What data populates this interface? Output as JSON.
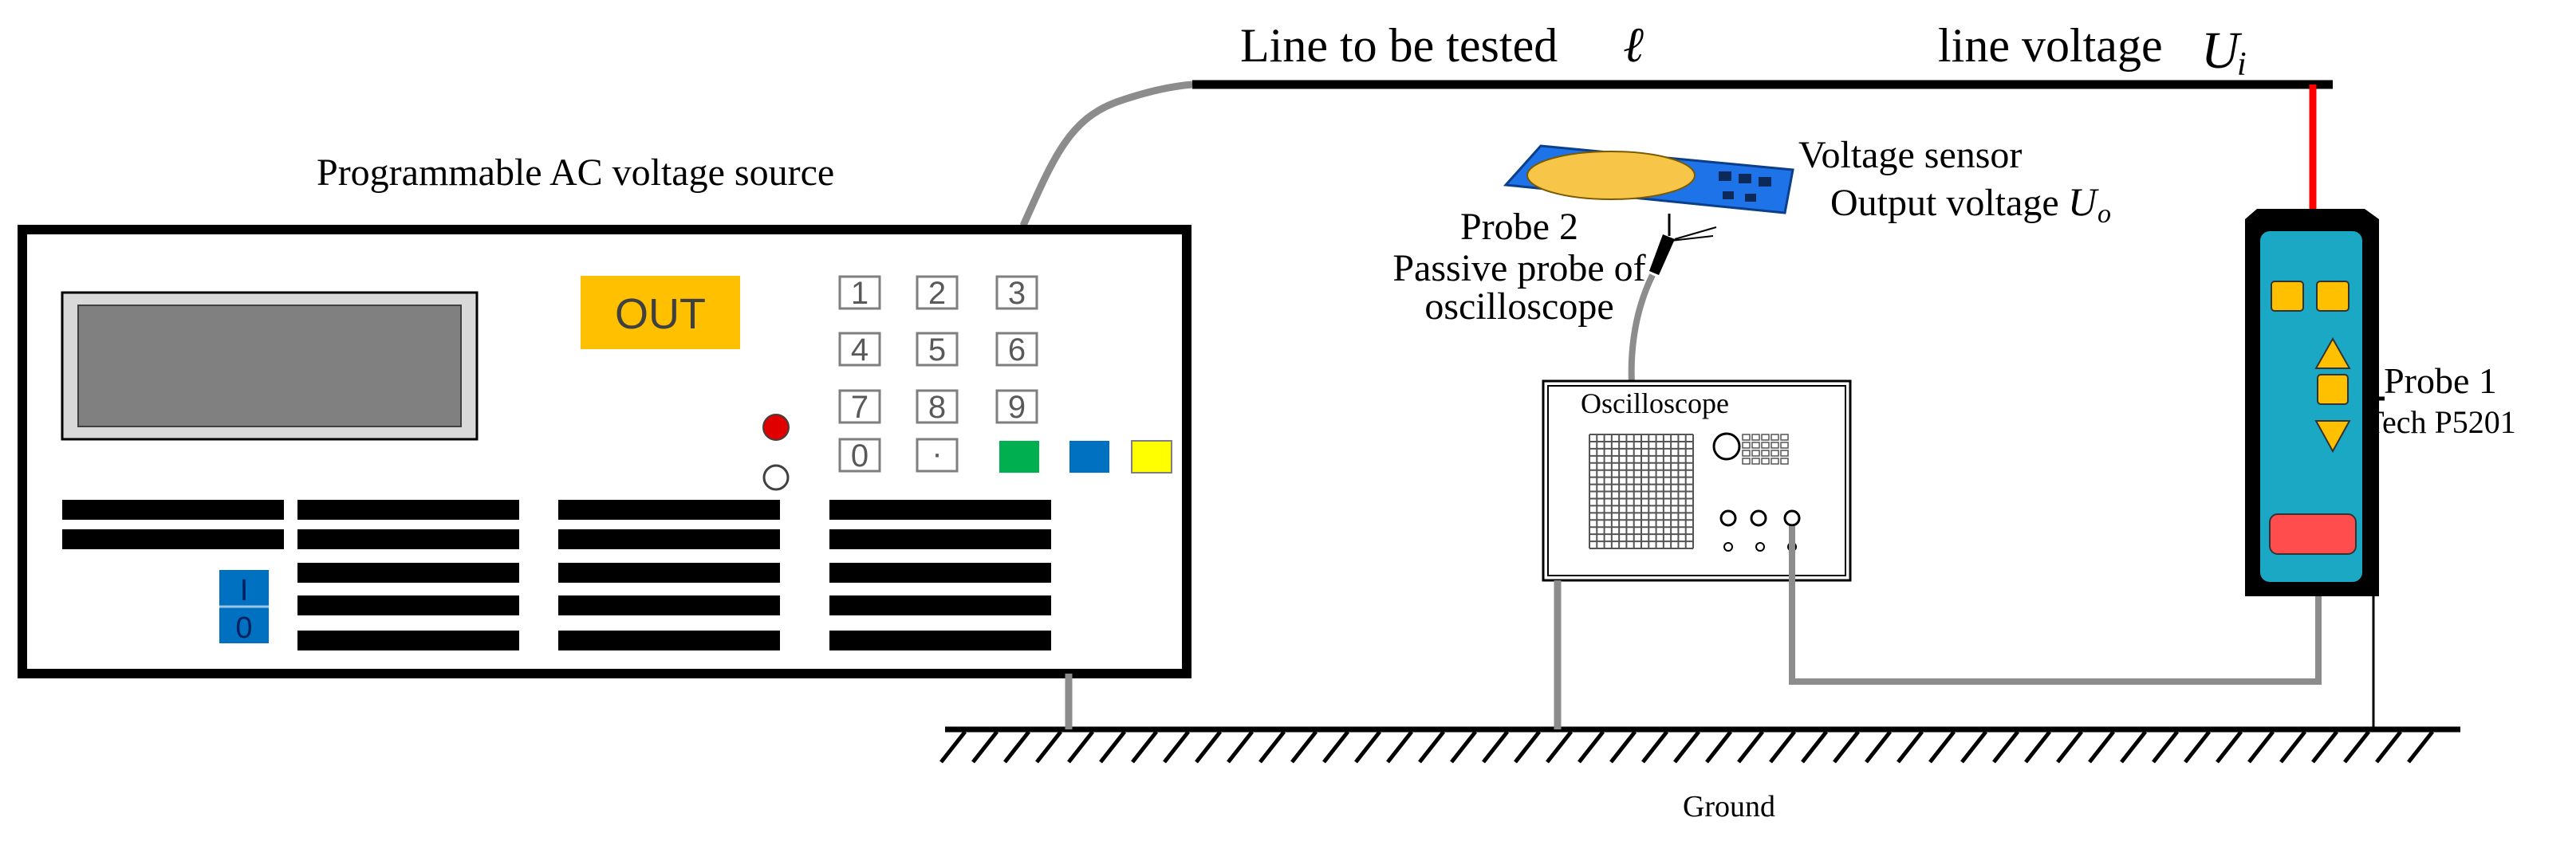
{
  "labels": {
    "line_tested": "Line to be tested",
    "line_symbol": "ℓ",
    "line_voltage": "line voltage",
    "line_voltage_symbol": "U",
    "line_voltage_sub": "i",
    "source": "Programmable AC voltage source",
    "sensor": "Voltage sensor",
    "output_voltage": "Output voltage",
    "output_symbol": "U",
    "output_sub": "o",
    "probe2_title": "Probe 2",
    "probe2_line1": "Passive probe of",
    "probe2_line2": "oscilloscope",
    "oscilloscope": "Oscilloscope",
    "probe1_title": "Probe 1",
    "probe1_model": "Tech P5201",
    "ground": "Ground"
  },
  "source_panel": {
    "out_label": "OUT",
    "keys": [
      "1",
      "2",
      "3",
      "4",
      "5",
      "6",
      "7",
      "8",
      "9",
      "0",
      "·"
    ],
    "switch_on": "I",
    "switch_off": "0"
  },
  "colors": {
    "out_button": "#ffc000",
    "indicator": "#e00000",
    "key_green": "#00b050",
    "key_blue": "#0070c0",
    "key_yellow": "#ffff00",
    "switch": "#0070c0",
    "sensor_board": "#1e73e8",
    "sensor_plate": "#f7c548",
    "probe1_body": "#1ba8c4",
    "probe1_buttons": "#ffc000",
    "probe1_button_big": "#ff4d4d",
    "hv_lead": "#ff0000",
    "wire": "#8c8c8c"
  }
}
